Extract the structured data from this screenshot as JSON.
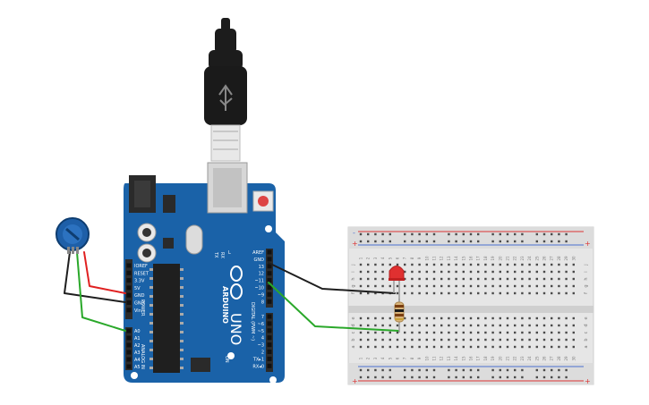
{
  "board": {
    "brand": "ARDUINO",
    "model": "UNO",
    "on_label": "ON",
    "l_label": "L",
    "tx_label": "TX",
    "rx_label": "RX",
    "power_header_title": "POWER",
    "analog_header_title": "ANALOG IN",
    "digital_header_title": "DIGITAL (PWM ~)",
    "power_pins": [
      "IOREF",
      "RESET",
      "3.3V",
      "5V",
      "GND",
      "GND",
      "Vin"
    ],
    "analog_pins": [
      "A0",
      "A1",
      "A2",
      "A3",
      "A4",
      "A5"
    ],
    "digital_top_pins": [
      "AREF",
      "GND",
      "13",
      "12",
      "~11",
      "~10",
      "~9",
      "8"
    ],
    "digital_bottom_pins": [
      "7",
      "~6",
      "~5",
      "4",
      "~3",
      "2",
      "TX▸1",
      "RX◂0"
    ]
  },
  "breadboard": {
    "column_numbers": [
      "1",
      "2",
      "3",
      "4",
      "5",
      "6",
      "7",
      "8",
      "9",
      "10",
      "11",
      "12",
      "13",
      "14",
      "15",
      "16",
      "17",
      "18",
      "19",
      "20",
      "21",
      "22",
      "23",
      "24",
      "25",
      "26",
      "27",
      "28",
      "29",
      "30"
    ],
    "row_letters_top": [
      "j",
      "i",
      "h",
      "g",
      "f"
    ],
    "row_letters_bottom": [
      "e",
      "d",
      "c",
      "b",
      "a"
    ],
    "plus_label": "+",
    "minus_label": "-"
  },
  "colors": {
    "board": "#1a62a8",
    "header": "#2b2b2b",
    "wire_red": "#e02020",
    "wire_black": "#1e1e1e",
    "wire_green": "#2aa82a",
    "led": "#e03030",
    "breadboard": "#e6e6e6",
    "rail_red": "#d33",
    "rail_blue": "#4a6fd0"
  },
  "icons": {
    "usb_cable": "usb-plug-icon",
    "potentiometer": "potentiometer-icon",
    "led": "led-icon",
    "resistor": "resistor-icon"
  }
}
